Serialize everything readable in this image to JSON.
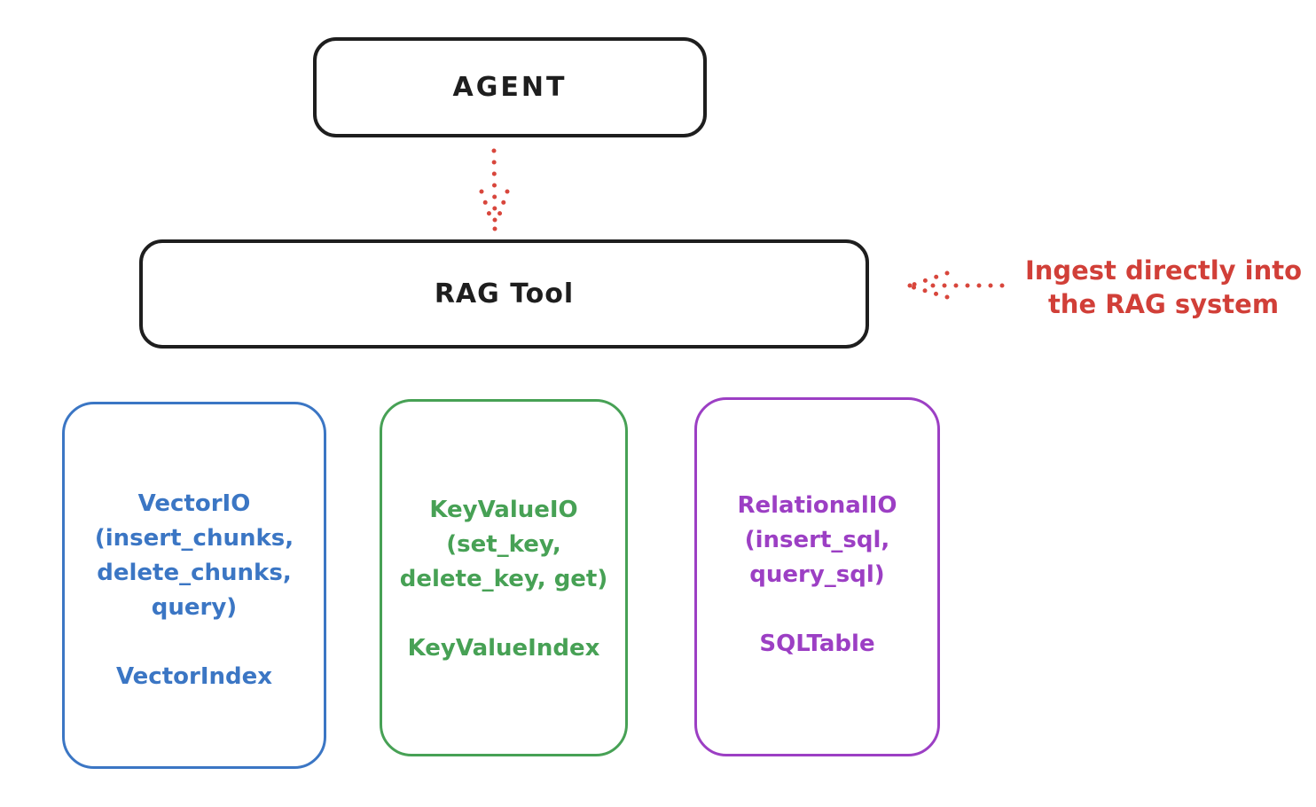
{
  "diagram": {
    "agent": {
      "label": "AGENT"
    },
    "rag_tool": {
      "label": "RAG Tool"
    },
    "annotation": {
      "text": "Ingest directly into\nthe RAG system"
    },
    "backends": [
      {
        "name": "vector-io",
        "body": "VectorIO\n(insert_chunks,\ndelete_chunks,\nquery)",
        "index": "VectorIndex",
        "color": "#3b76c4"
      },
      {
        "name": "keyvalue-io",
        "body": "KeyValueIO\n(set_key,\ndelete_key, get)",
        "index": "KeyValueIndex",
        "color": "#47a155"
      },
      {
        "name": "relational-io",
        "body": "RelationalIO\n(insert_sql,\nquery_sql)",
        "index": "SQLTable",
        "color": "#9c3fc4"
      }
    ],
    "colors": {
      "stroke_black": "#1e1e1e",
      "accent_red": "#d8463c",
      "annotation_red": "#d13f38",
      "blue": "#3b76c4",
      "green": "#47a155",
      "purple": "#9c3fc4",
      "background": "#ffffff"
    }
  }
}
